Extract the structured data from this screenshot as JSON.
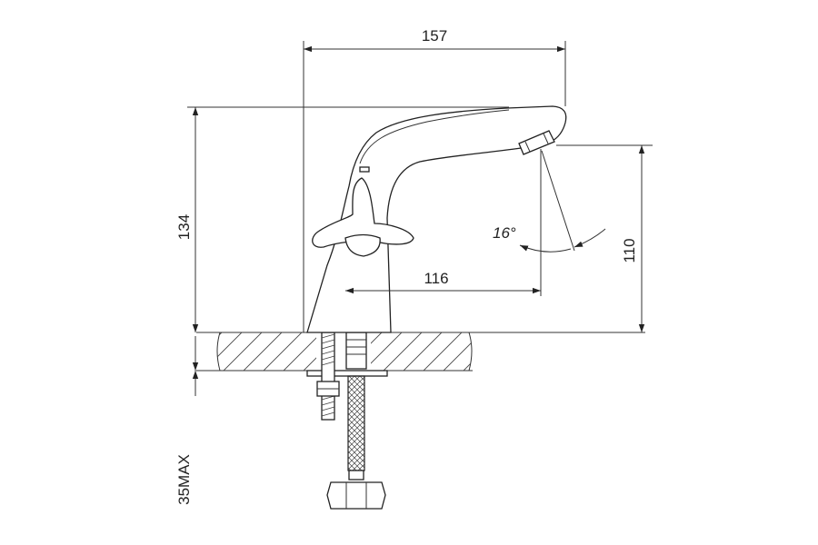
{
  "dimensions": {
    "overall_length": "157",
    "overall_height": "134",
    "spout_reach": "116",
    "spout_height": "110",
    "max_counter_thickness": "35MAX",
    "spout_angle": "16°"
  },
  "colors": {
    "line": "#222222",
    "background": "#ffffff"
  }
}
